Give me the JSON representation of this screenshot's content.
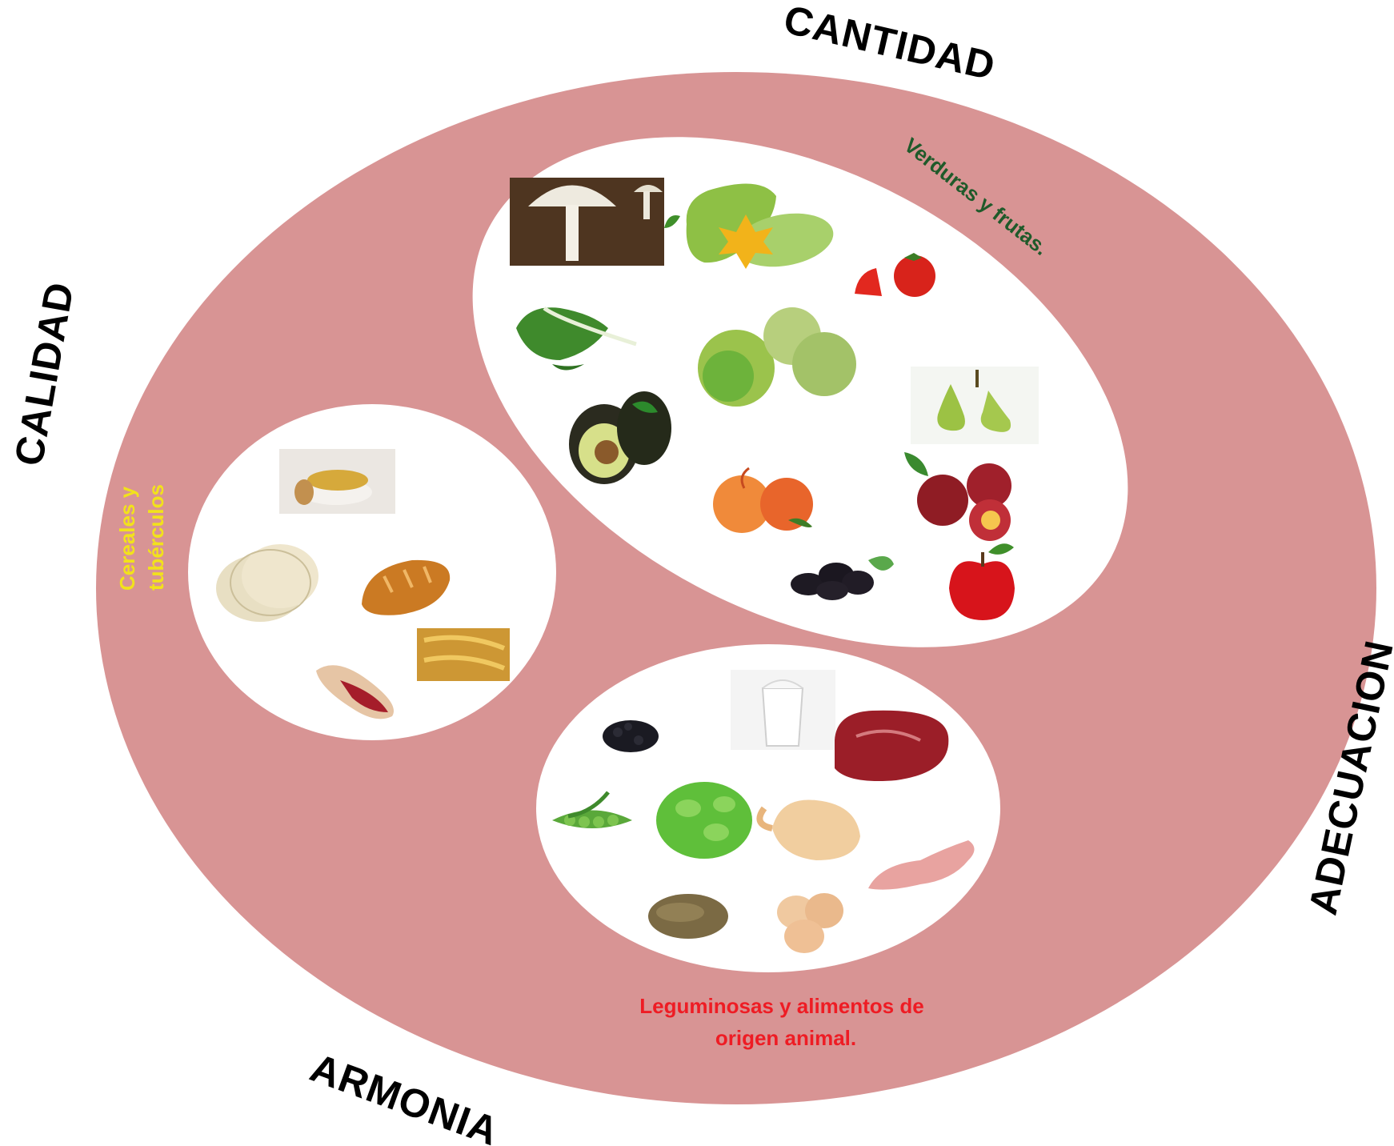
{
  "colors": {
    "ring": "#d89494",
    "background": "#ffffff",
    "outer_text": "#000000",
    "verduras_text": "#1f5a2a",
    "cereales_text": "#f2e21b",
    "leguminosas_text": "#ee1c24"
  },
  "outer_labels": {
    "cantidad": "CANTIDAD",
    "calidad": "CALIDAD",
    "adecuacion": "ADECUACION",
    "armonia": "ARMONIA"
  },
  "groups": {
    "verduras": {
      "label": "Verduras y frutas.",
      "items": [
        "mushroom-icon",
        "zucchini-icon",
        "tomato-icon",
        "chard-icon",
        "tomatillo-icon",
        "pear-icon",
        "avocado-icon",
        "peach-icon",
        "plum-icon",
        "blackberry-icon",
        "apple-icon"
      ]
    },
    "cereales": {
      "label_line1": "Cereales y",
      "label_line2": "tubérculos",
      "items": [
        "soup-icon",
        "tortilla-icon",
        "bread-icon",
        "corn-icon",
        "potato-icon"
      ]
    },
    "leguminosas": {
      "label_line1": "Leguminosas y alimentos de",
      "label_line2": "origen animal.",
      "items": [
        "milk-icon",
        "black-beans-icon",
        "beef-icon",
        "peas-icon",
        "fava-beans-icon",
        "chicken-icon",
        "rabbit-icon",
        "seeds-icon",
        "eggs-icon"
      ]
    }
  }
}
